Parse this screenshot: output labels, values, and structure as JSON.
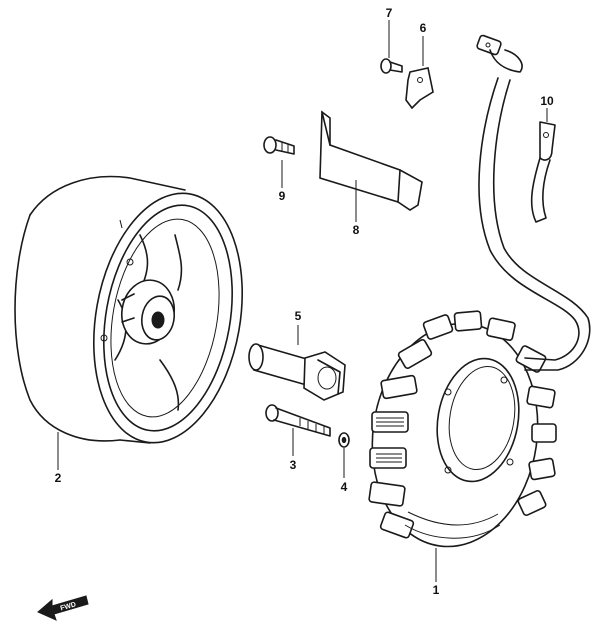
{
  "callouts": [
    {
      "id": "1",
      "text": "1"
    },
    {
      "id": "2",
      "text": "2"
    },
    {
      "id": "3",
      "text": "3"
    },
    {
      "id": "4",
      "text": "4"
    },
    {
      "id": "5",
      "text": "5"
    },
    {
      "id": "6",
      "text": "6"
    },
    {
      "id": "7",
      "text": "7"
    },
    {
      "id": "8",
      "text": "8"
    },
    {
      "id": "9",
      "text": "9"
    },
    {
      "id": "10",
      "text": "10"
    }
  ],
  "direction_marker": {
    "text": "FWD",
    "icon": "forward-arrow-icon"
  },
  "colors": {
    "ink": "#1a1a1a",
    "background": "#ffffff"
  }
}
